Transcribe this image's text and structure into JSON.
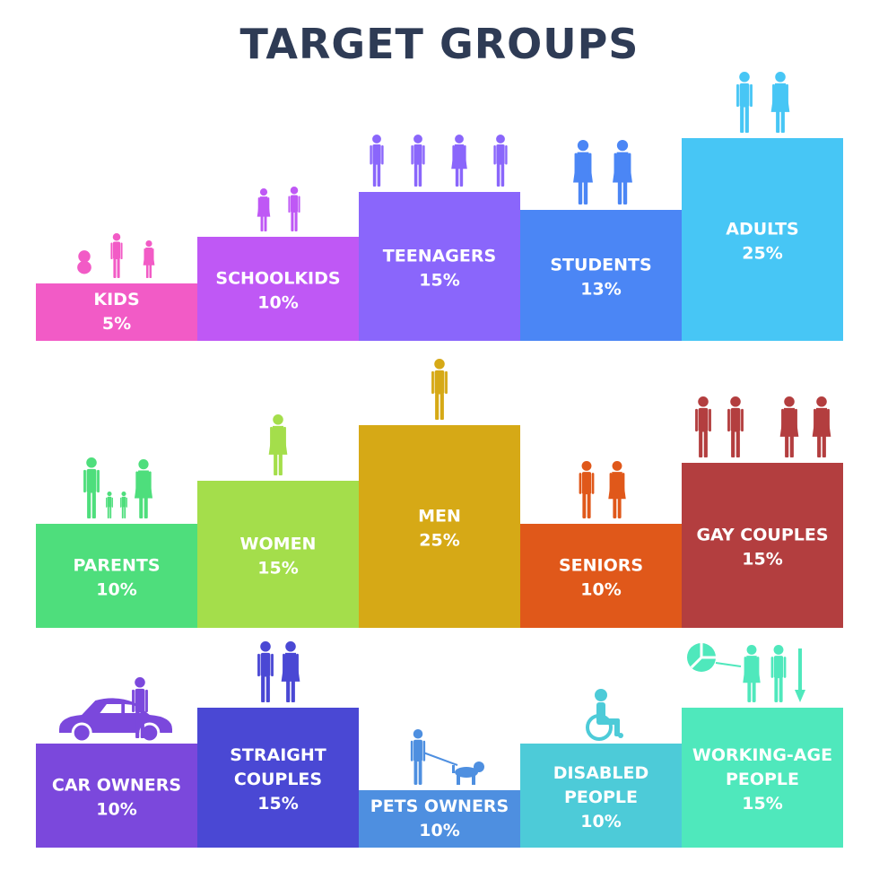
{
  "title": "TARGET GROUPS",
  "chart_data": [
    {
      "type": "bar",
      "categories": [
        "KIDS",
        "SCHOOLKIDS",
        "TEENAGERS",
        "STUDENTS",
        "ADULTS"
      ],
      "values": [
        5,
        10,
        15,
        13,
        25
      ],
      "value_labels": [
        "5%",
        "10%",
        "15%",
        "13%",
        "25%"
      ],
      "colors": [
        "#f25bc6",
        "#bf58f5",
        "#8a66fb",
        "#4b86f5",
        "#47c6f5"
      ],
      "icons": [
        "baby-and-children-icon",
        "schoolkids-icon",
        "teenagers-icon",
        "graduates-icon",
        "adults-icon"
      ],
      "icon_colors": [
        "#f25bc6",
        "#bf58f5",
        "#8a66fb",
        "#4b86f5",
        "#47c6f5"
      ]
    },
    {
      "type": "bar",
      "categories": [
        "PARENTS",
        "WOMEN",
        "MEN",
        "SENIORS",
        "GAY COUPLES"
      ],
      "values": [
        10,
        15,
        25,
        10,
        15
      ],
      "value_labels": [
        "10%",
        "15%",
        "25%",
        "10%",
        "15%"
      ],
      "colors": [
        "#4ede7c",
        "#a4de4b",
        "#d6a916",
        "#e0581a",
        "#b33e3f"
      ],
      "icons": [
        "family-icon",
        "woman-icon",
        "man-icon",
        "seniors-icon",
        "gay-couples-icon"
      ],
      "icon_colors": [
        "#4ede7c",
        "#a4de4b",
        "#d6a916",
        "#e0581a",
        "#b33e3f"
      ]
    },
    {
      "type": "bar",
      "categories": [
        "CAR OWNERS",
        "STRAIGHT COUPLES",
        "PETS OWNERS",
        "DISABLED PEOPLE",
        "WORKING-AGE PEOPLE"
      ],
      "values": [
        10,
        15,
        10,
        10,
        15
      ],
      "value_labels": [
        "10%",
        "15%",
        "10%",
        "10%",
        "15%"
      ],
      "colors": [
        "#7b48dc",
        "#4a48d4",
        "#4e8fe0",
        "#4dcbd8",
        "#4fe8bc"
      ],
      "icons": [
        "car-owner-icon",
        "straight-couple-icon",
        "dog-walker-icon",
        "wheelchair-icon",
        "workers-icon"
      ],
      "icon_colors": [
        "#7b48dc",
        "#4a48d4",
        "#4e8fe0",
        "#4dcbd8",
        "#4fe8bc"
      ]
    }
  ]
}
